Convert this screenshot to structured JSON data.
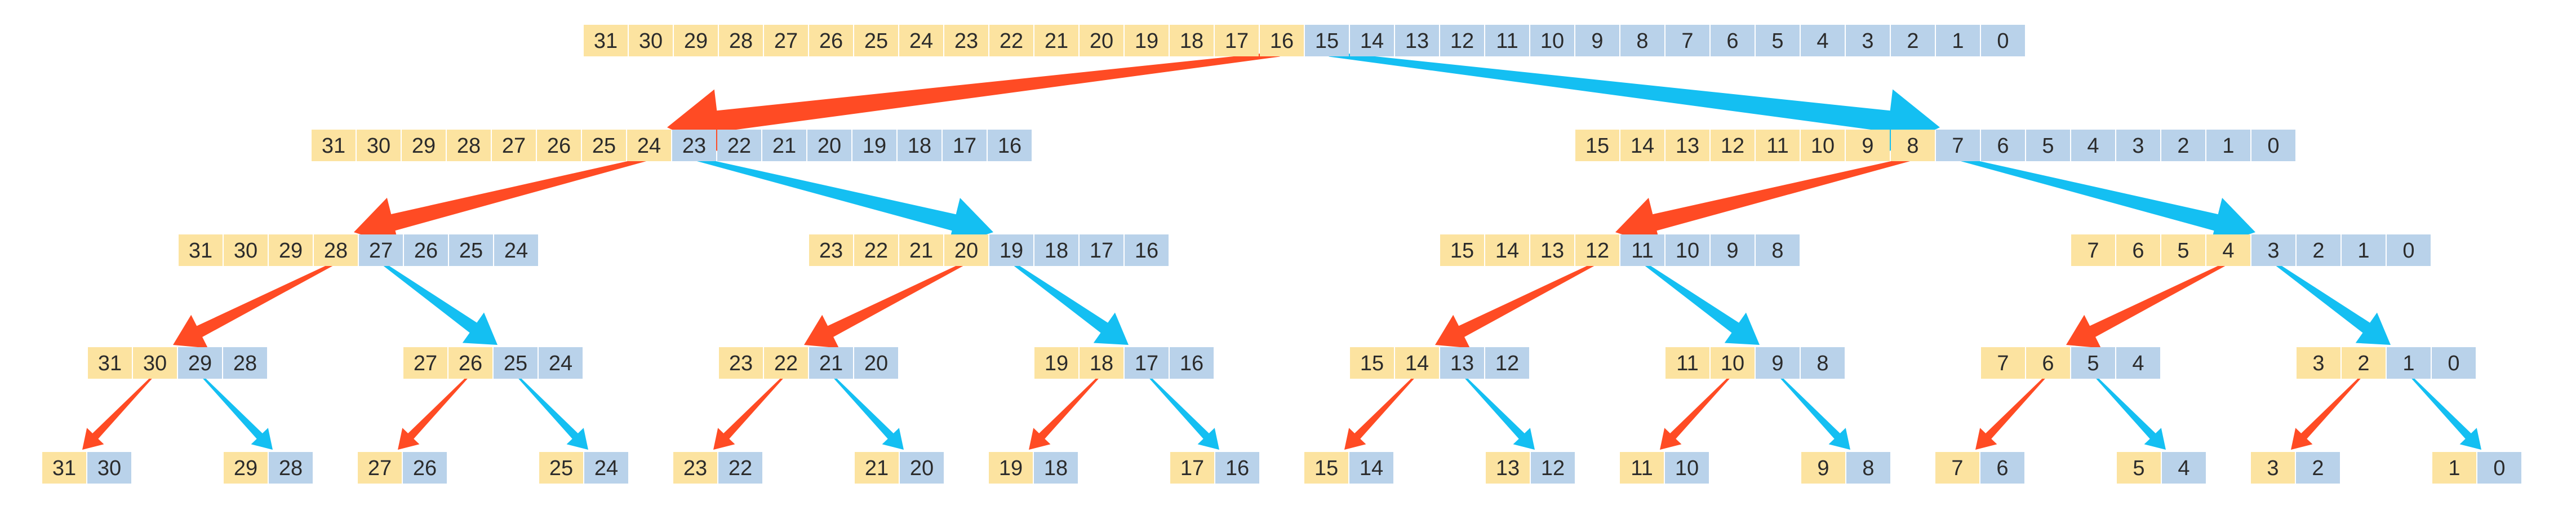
{
  "colors": {
    "upper_half_cell": "#FCE3A0",
    "lower_half_cell": "#B9D2EA",
    "left_arrow": "#FF4B24",
    "right_arrow": "#14BFF2",
    "text": "#2b2b2b"
  },
  "levels": [
    {
      "groups": [
        {
          "upper": [
            "31",
            "30",
            "29",
            "28",
            "27",
            "26",
            "25",
            "24",
            "23",
            "22",
            "21",
            "20",
            "19",
            "18",
            "17",
            "16"
          ],
          "lower": [
            "15",
            "14",
            "13",
            "12",
            "11",
            "10",
            "9",
            "8",
            "7",
            "6",
            "5",
            "4",
            "3",
            "2",
            "1",
            "0"
          ]
        }
      ]
    },
    {
      "groups": [
        {
          "upper": [
            "31",
            "30",
            "29",
            "28",
            "27",
            "26",
            "25",
            "24"
          ],
          "lower": [
            "23",
            "22",
            "21",
            "20",
            "19",
            "18",
            "17",
            "16"
          ]
        },
        {
          "upper": [
            "15",
            "14",
            "13",
            "12",
            "11",
            "10",
            "9",
            "8"
          ],
          "lower": [
            "7",
            "6",
            "5",
            "4",
            "3",
            "2",
            "1",
            "0"
          ]
        }
      ]
    },
    {
      "groups": [
        {
          "upper": [
            "31",
            "30",
            "29",
            "28"
          ],
          "lower": [
            "27",
            "26",
            "25",
            "24"
          ]
        },
        {
          "upper": [
            "23",
            "22",
            "21",
            "20"
          ],
          "lower": [
            "19",
            "18",
            "17",
            "16"
          ]
        },
        {
          "upper": [
            "15",
            "14",
            "13",
            "12"
          ],
          "lower": [
            "11",
            "10",
            "9",
            "8"
          ]
        },
        {
          "upper": [
            "7",
            "6",
            "5",
            "4"
          ],
          "lower": [
            "3",
            "2",
            "1",
            "0"
          ]
        }
      ]
    },
    {
      "groups": [
        {
          "upper": [
            "31",
            "30"
          ],
          "lower": [
            "29",
            "28"
          ]
        },
        {
          "upper": [
            "27",
            "26"
          ],
          "lower": [
            "25",
            "24"
          ]
        },
        {
          "upper": [
            "23",
            "22"
          ],
          "lower": [
            "21",
            "20"
          ]
        },
        {
          "upper": [
            "19",
            "18"
          ],
          "lower": [
            "17",
            "16"
          ]
        },
        {
          "upper": [
            "15",
            "14"
          ],
          "lower": [
            "13",
            "12"
          ]
        },
        {
          "upper": [
            "11",
            "10"
          ],
          "lower": [
            "9",
            "8"
          ]
        },
        {
          "upper": [
            "7",
            "6"
          ],
          "lower": [
            "5",
            "4"
          ]
        },
        {
          "upper": [
            "3",
            "2"
          ],
          "lower": [
            "1",
            "0"
          ]
        }
      ]
    },
    {
      "groups": [
        {
          "upper": [
            "31"
          ],
          "lower": [
            "30"
          ]
        },
        {
          "upper": [
            "29"
          ],
          "lower": [
            "28"
          ]
        },
        {
          "upper": [
            "27"
          ],
          "lower": [
            "26"
          ]
        },
        {
          "upper": [
            "25"
          ],
          "lower": [
            "24"
          ]
        },
        {
          "upper": [
            "23"
          ],
          "lower": [
            "22"
          ]
        },
        {
          "upper": [
            "21"
          ],
          "lower": [
            "20"
          ]
        },
        {
          "upper": [
            "19"
          ],
          "lower": [
            "18"
          ]
        },
        {
          "upper": [
            "17"
          ],
          "lower": [
            "16"
          ]
        },
        {
          "upper": [
            "15"
          ],
          "lower": [
            "14"
          ]
        },
        {
          "upper": [
            "13"
          ],
          "lower": [
            "12"
          ]
        },
        {
          "upper": [
            "11"
          ],
          "lower": [
            "10"
          ]
        },
        {
          "upper": [
            "9"
          ],
          "lower": [
            "8"
          ]
        },
        {
          "upper": [
            "7"
          ],
          "lower": [
            "6"
          ]
        },
        {
          "upper": [
            "5"
          ],
          "lower": [
            "4"
          ]
        },
        {
          "upper": [
            "3"
          ],
          "lower": [
            "2"
          ]
        },
        {
          "upper": [
            "1"
          ],
          "lower": [
            "0"
          ]
        }
      ]
    }
  ]
}
